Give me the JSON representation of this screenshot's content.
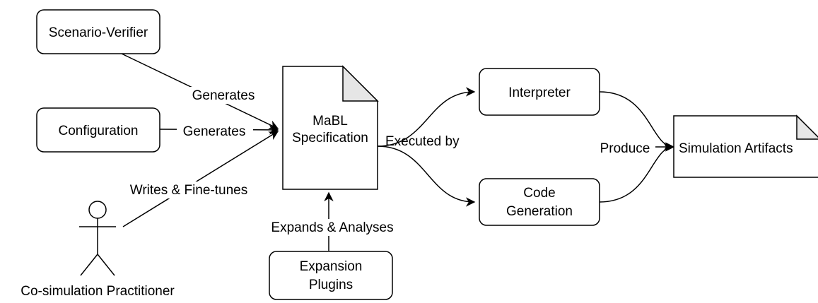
{
  "nodes": {
    "scenario_verifier": "Scenario-Verifier",
    "configuration": "Configuration",
    "mabl_spec_line1": "MaBL",
    "mabl_spec_line2": "Specification",
    "interpreter": "Interpreter",
    "code_generation_line1": "Code",
    "code_generation_line2": "Generation",
    "simulation_artifacts": "Simulation Artifacts",
    "expansion_plugins_line1": "Expansion",
    "expansion_plugins_line2": "Plugins",
    "practitioner": "Co-simulation Practitioner"
  },
  "edges": {
    "scenario_generates": "Generates",
    "configuration_generates": "Generates",
    "practitioner_writes": "Writes & Fine-tunes",
    "executed_by": "Executed by",
    "produce": "Produce",
    "expands_analyses": "Expands & Analyses"
  }
}
